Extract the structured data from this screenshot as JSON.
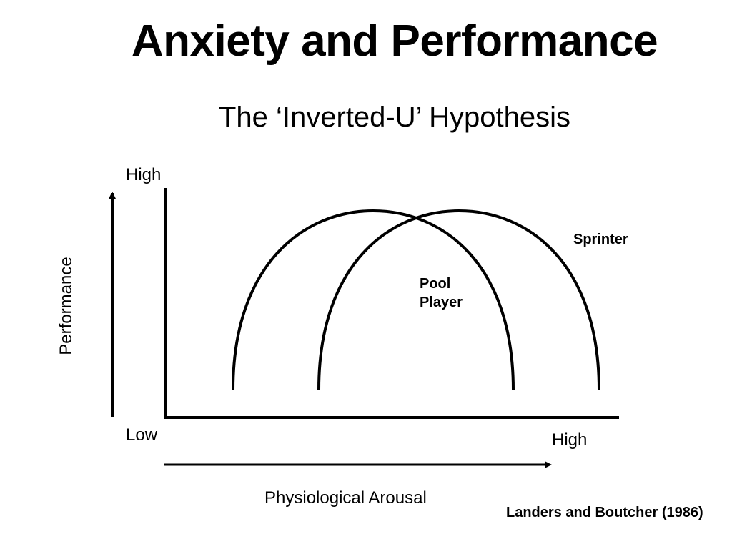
{
  "title": "Anxiety and Performance",
  "subtitle": "The ‘Inverted-U’ Hypothesis",
  "axes": {
    "y_label": "Performance",
    "y_high": "High",
    "y_low": "Low",
    "x_label": "Physiological Arousal",
    "x_high": "High"
  },
  "curves": {
    "pool_player_label": "Pool Player",
    "sprinter_label": "Sprinter"
  },
  "source": "Landers and Boutcher (1986)",
  "colors": {
    "ink": "#000000",
    "background": "#ffffff"
  }
}
